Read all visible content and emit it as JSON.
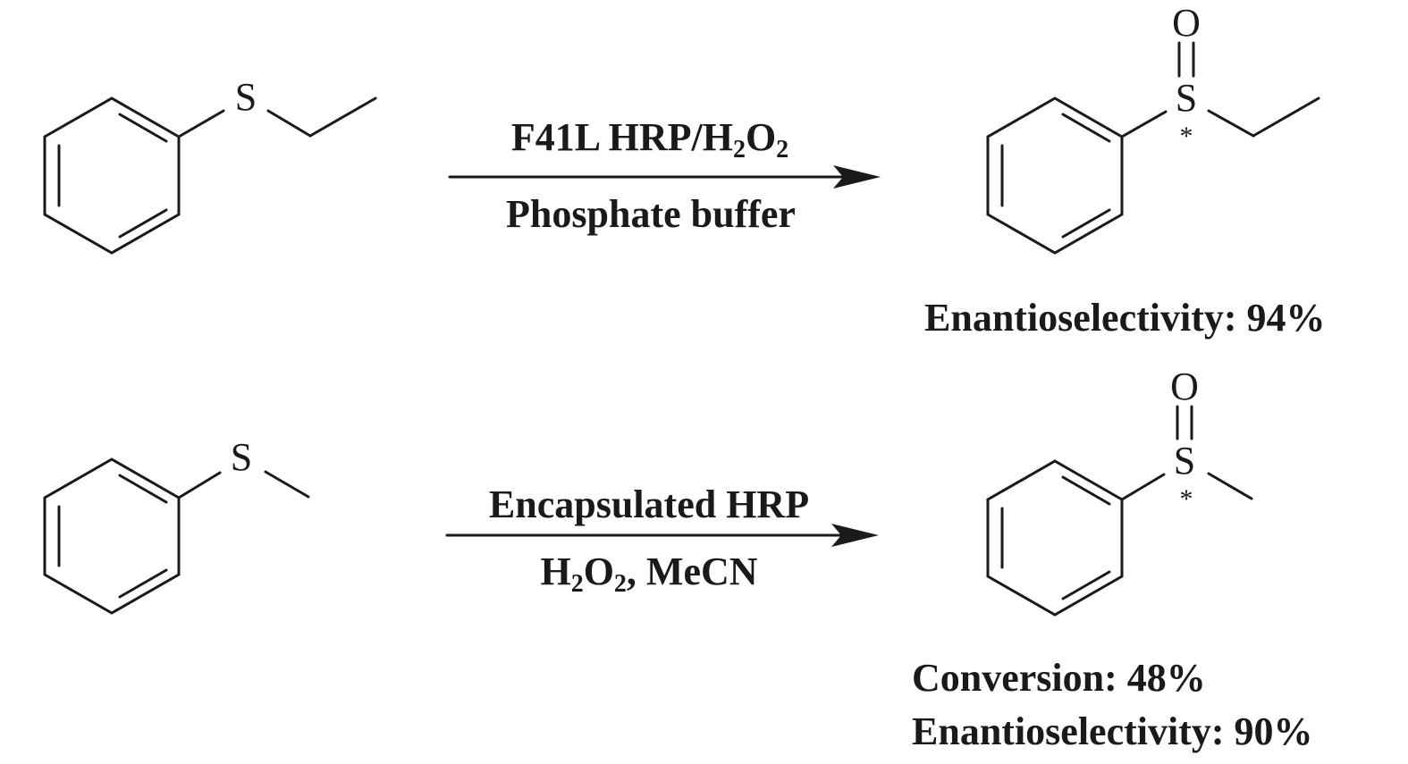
{
  "reactions": [
    {
      "substrate": {
        "heteroatom": "S"
      },
      "conditions": {
        "above": {
          "main": "F41L HRP/H",
          "sub1": "2",
          "mid": "O",
          "sub2": "2"
        },
        "below": "Phosphate buffer"
      },
      "product": {
        "oxygen": "O",
        "heteroatom": "S",
        "stereo_marker": "*"
      },
      "results": [
        "Enantioselectivity: 94%"
      ]
    },
    {
      "substrate": {
        "heteroatom": "S"
      },
      "conditions": {
        "above": "Encapsulated HRP",
        "below": {
          "a": "H",
          "sub1": "2",
          "b": "O",
          "sub2": "2",
          "c": ", MeCN"
        }
      },
      "product": {
        "oxygen": "O",
        "heteroatom": "S",
        "stereo_marker": "*"
      },
      "results": [
        "Conversion: 48%",
        "Enantioselectivity: 90%"
      ]
    }
  ]
}
